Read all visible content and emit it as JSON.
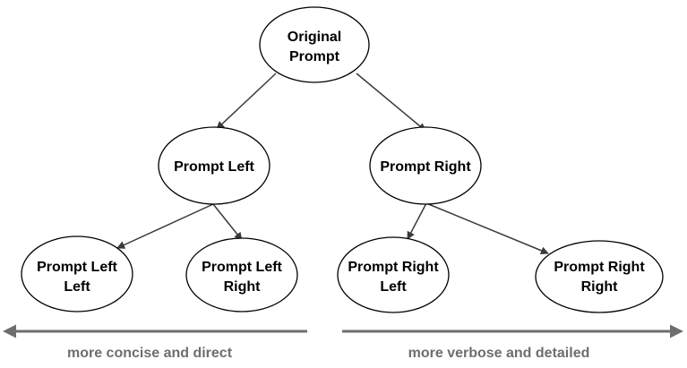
{
  "nodes": {
    "root": {
      "line1": "Original",
      "line2": "Prompt"
    },
    "left": {
      "line1": "Prompt Left"
    },
    "right": {
      "line1": "Prompt Right"
    },
    "left_left": {
      "line1": "Prompt Left",
      "line2": "Left"
    },
    "left_right": {
      "line1": "Prompt Left",
      "line2": "Right"
    },
    "right_left": {
      "line1": "Prompt Right",
      "line2": "Left"
    },
    "right_right": {
      "line1": "Prompt Right",
      "line2": "Right"
    }
  },
  "axis": {
    "left_label": "more concise and direct",
    "right_label": "more verbose and detailed"
  },
  "colors": {
    "edge": "#3a3a3a",
    "axis": "#6e6e6e",
    "node_fill": "#ffffff",
    "node_stroke": "#000000"
  }
}
